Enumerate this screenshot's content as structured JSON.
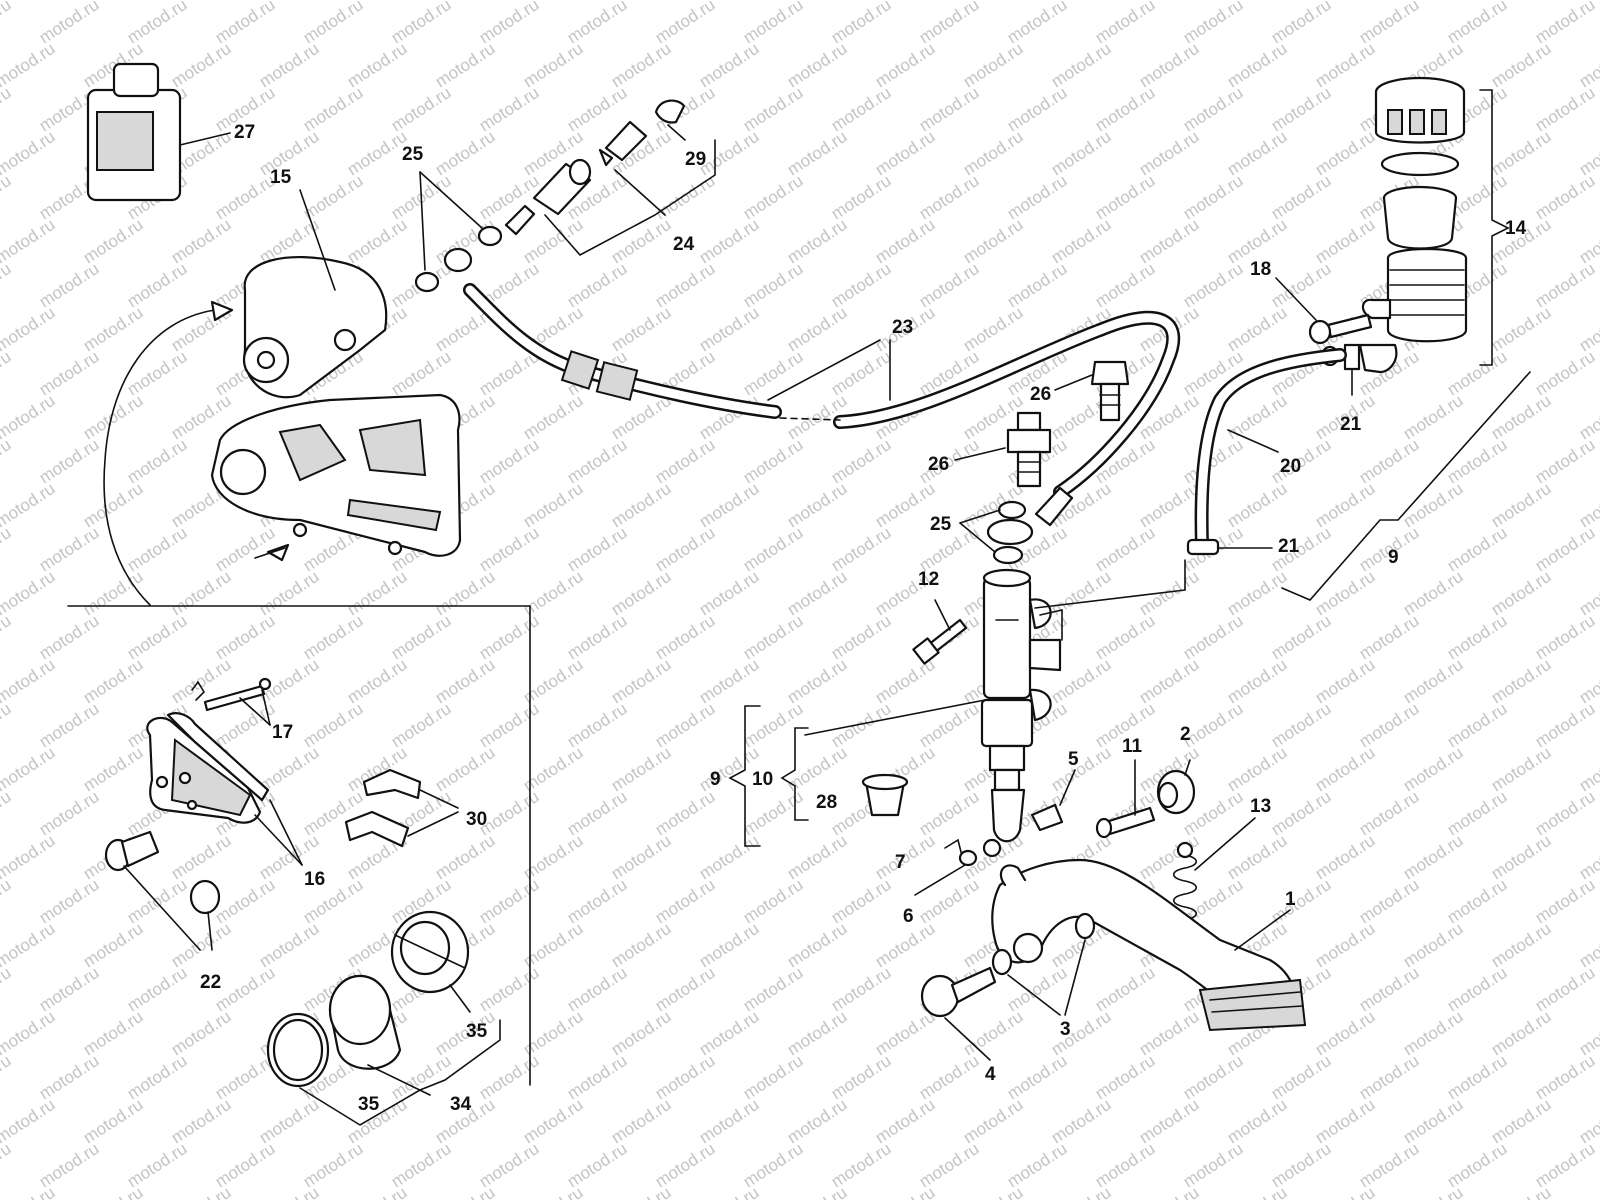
{
  "watermark": "motod.ru",
  "callouts": {
    "c1": "1",
    "c2": "2",
    "c3": "3",
    "c4": "4",
    "c5": "5",
    "c6": "6",
    "c7": "7",
    "c9a": "9",
    "c9b": "9",
    "c10": "10",
    "c11": "11",
    "c12": "12",
    "c13": "13",
    "c14": "14",
    "c15": "15",
    "c16": "16",
    "c17": "17",
    "c18": "18",
    "c20": "20",
    "c21a": "21",
    "c21b": "21",
    "c22": "22",
    "c23": "23",
    "c24": "24",
    "c25a": "25",
    "c25b": "25",
    "c26a": "26",
    "c26b": "26",
    "c27": "27",
    "c28": "28",
    "c29": "29",
    "c30": "30",
    "c34": "34",
    "c35a": "35",
    "c35b": "35"
  }
}
